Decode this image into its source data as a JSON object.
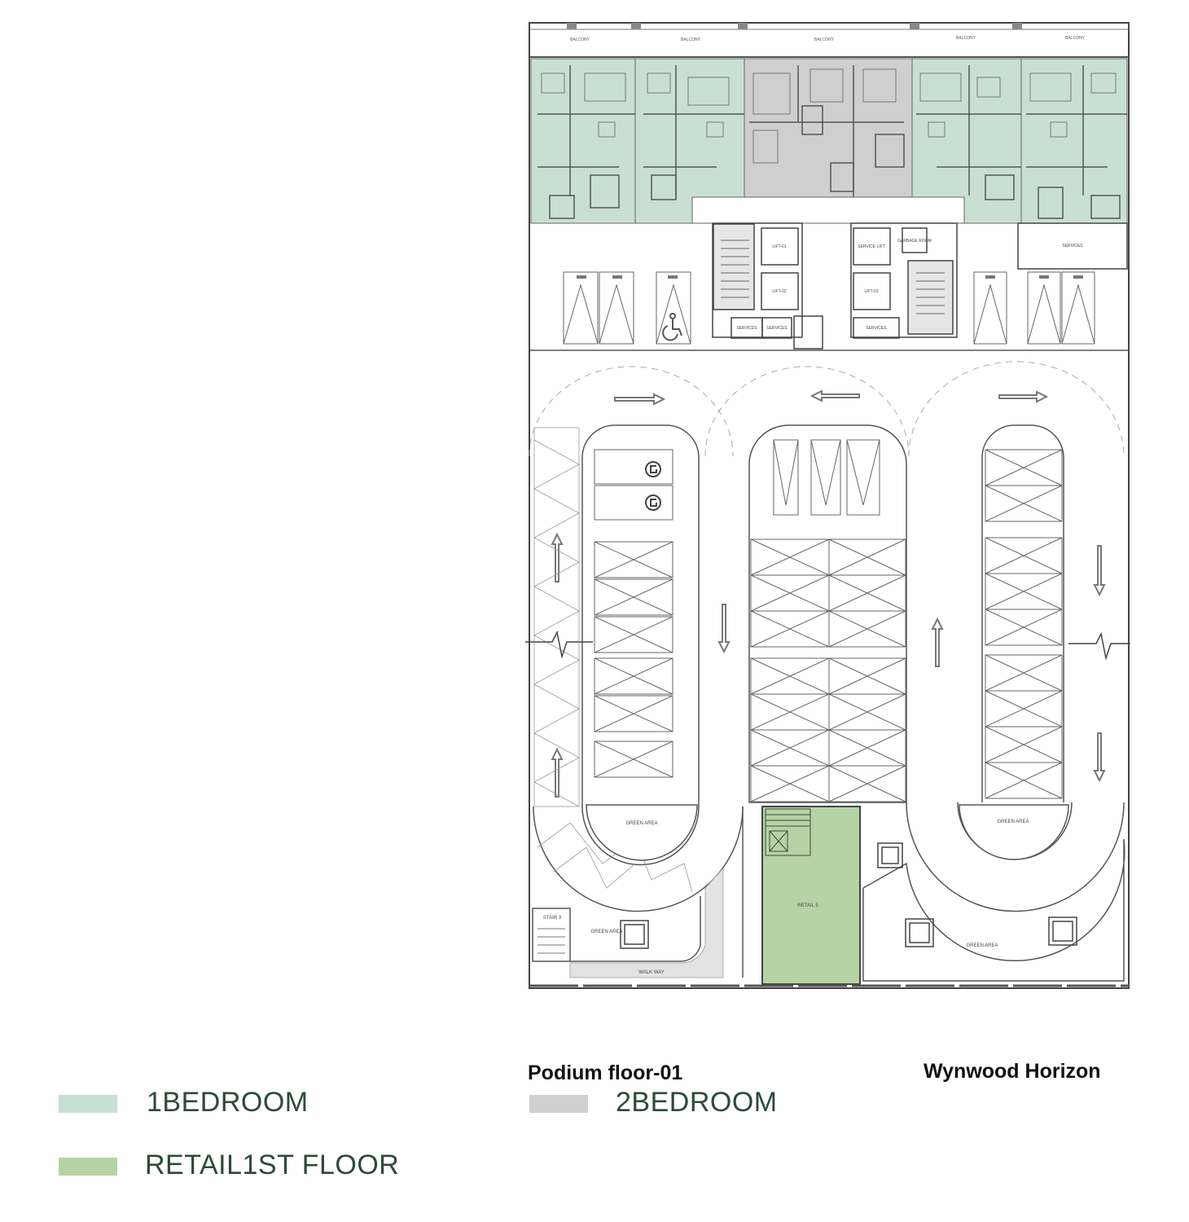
{
  "header": {
    "floor_title": "Podium floor-01",
    "project_name": "Wynwood Horizon"
  },
  "legend": [
    {
      "label": "1BEDROOM",
      "color": "#c8e0d0"
    },
    {
      "label": "2BEDROOM",
      "color": "#cfcfcf"
    },
    {
      "label": "RETAIL1ST FLOOR",
      "color": "#b5d3a4"
    }
  ],
  "colors": {
    "one_bedroom": "#c8e0d0",
    "two_bedroom": "#cfcfcf",
    "retail": "#b5d3a4",
    "line": "#555555"
  },
  "labels": {
    "balcony": [
      "BALCONY",
      "BALCONY",
      "BALCONY",
      "BALCONY",
      "BALCONY"
    ],
    "lift_1": "LIFT-01",
    "lift_2": "LIFT-02",
    "lift_3": "LIFT-03",
    "service_lift": "SERVICE LIFT",
    "garbage_room": "GARBAGE ROOM",
    "services": [
      "SERVICES",
      "SERVICES",
      "SERVICES",
      "SERVICES"
    ],
    "green_area": [
      "GREEN AREA",
      "GREEN AREA",
      "GREEN AREA",
      "GREEN AREA"
    ],
    "retail": "RETAIL 5",
    "stair": "STAIR 3",
    "walkway": "WALK WAY"
  }
}
